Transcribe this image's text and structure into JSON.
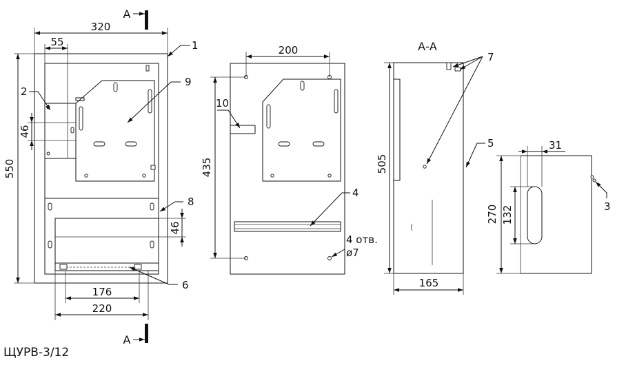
{
  "section_marks": {
    "top": "А",
    "bottom": "А"
  },
  "section_title": "А-А",
  "model": "ЩУРВ-3/12",
  "callouts": {
    "c1": "1",
    "c2": "2",
    "c3": "3",
    "c4": "4",
    "c5": "5",
    "c6": "6",
    "c7": "7",
    "c8": "8",
    "c9": "9",
    "c10": "10"
  },
  "dimensions": {
    "front_width": "320",
    "front_offset": "55",
    "front_height": "550",
    "front_small": "46",
    "front_right_gap": "46",
    "bottom_inner": "176",
    "bottom_outer": "220",
    "back_holes_width": "200",
    "back_holes_height": "435",
    "section_height": "505",
    "section_depth": "165",
    "side_height": "270",
    "side_slot": "132",
    "side_width": "31"
  },
  "hole_note": {
    "line1": "4 отв.",
    "line2": "ø7"
  }
}
